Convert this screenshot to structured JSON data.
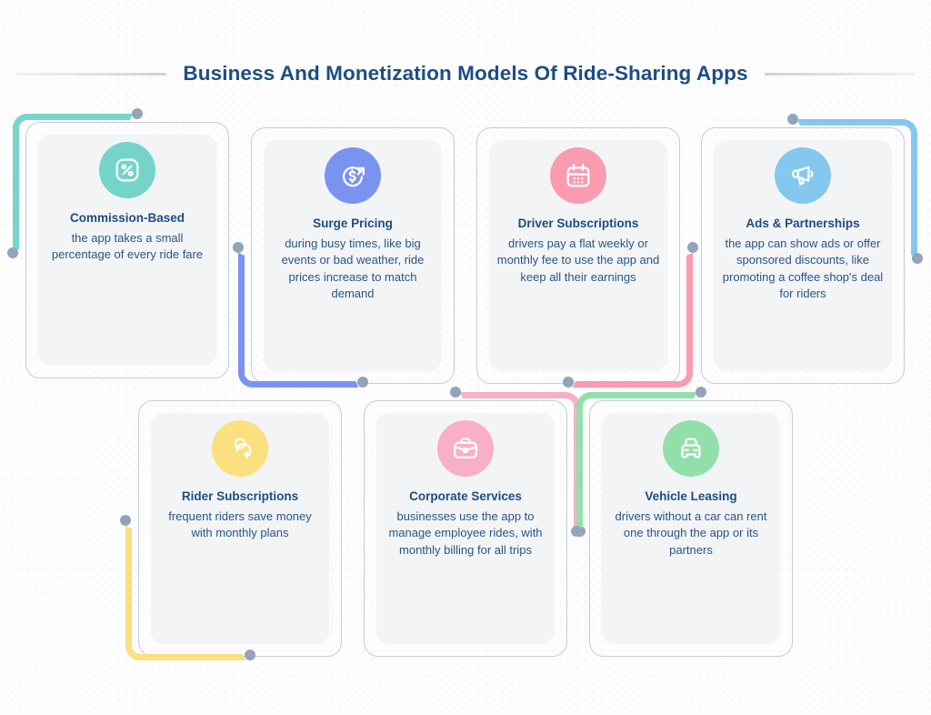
{
  "page": {
    "title": "Business And Monetization Models Of Ride-Sharing Apps",
    "background_color": "#fdfdfe",
    "title_color": "#1d4e82",
    "rule_color": "#c9d3e0",
    "card_border_color": "#c3cddc",
    "card_fill_color": "#f3f4f6",
    "dot_color": "#93a3ba"
  },
  "cards": [
    {
      "id": "commission-based",
      "title": "Commission-Based",
      "desc": "the app takes a small percentage of every ride fare",
      "icon": "percent-icon",
      "color": "#74d4c8",
      "accent_corner": "top-left"
    },
    {
      "id": "surge-pricing",
      "title": "Surge Pricing",
      "desc": "during busy times, like big events or bad weather, ride prices increase to match demand",
      "icon": "dollar-arrow-icon",
      "color": "#7b93f0",
      "accent_corner": "bottom-left"
    },
    {
      "id": "driver-subscriptions",
      "title": "Driver Subscriptions",
      "desc": "drivers pay a flat weekly or monthly fee to use the app and keep all their earnings",
      "icon": "calendar-icon",
      "color": "#f99cb0",
      "accent_corner": "bottom-right"
    },
    {
      "id": "ads-partnerships",
      "title": "Ads & Partnerships",
      "desc": "the app can show ads or offer sponsored discounts, like promoting a coffee shop's deal for riders",
      "icon": "megaphone-icon",
      "color": "#85c8ef",
      "accent_corner": "top-right"
    },
    {
      "id": "rider-subscriptions",
      "title": "Rider Subscriptions",
      "desc": "frequent riders save money with monthly plans",
      "icon": "user-plus-icon",
      "color": "#fae07e",
      "accent_corner": "bottom-left"
    },
    {
      "id": "corporate-services",
      "title": "Corporate Services",
      "desc": "businesses use the app to manage employee rides, with monthly billing for all trips",
      "icon": "briefcase-icon",
      "color": "#f9afc6",
      "accent_corner": "top-right"
    },
    {
      "id": "vehicle-leasing",
      "title": "Vehicle Leasing",
      "desc": "drivers without a car can rent one through the app or its partners",
      "icon": "car-icon",
      "color": "#93dfac",
      "accent_corner": "top-left"
    }
  ]
}
